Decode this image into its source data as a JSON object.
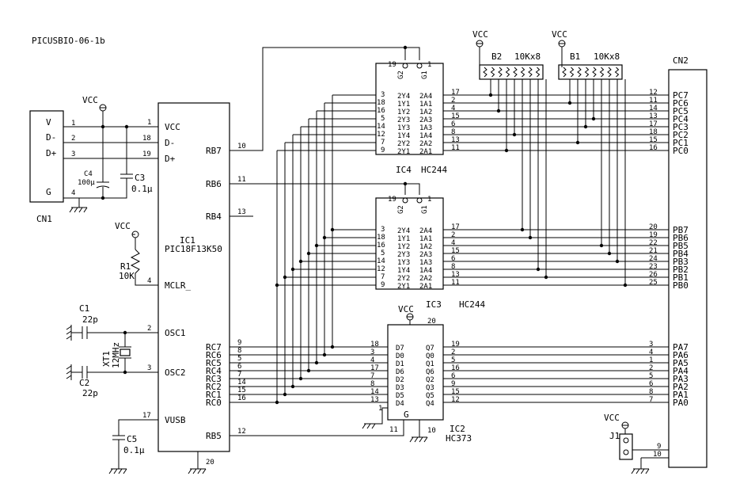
{
  "title": "PICUSBIO-06-1b",
  "vcc": "VCC",
  "cn1": {
    "ref": "CN1",
    "pins": [
      {
        "name": "V",
        "num": "1"
      },
      {
        "name": "D-",
        "num": "2"
      },
      {
        "name": "D+",
        "num": "3"
      },
      {
        "name": "G",
        "num": "4"
      }
    ]
  },
  "c4": {
    "ref": "C4",
    "value": "100μ"
  },
  "c3": {
    "ref": "C3",
    "value": "0.1μ"
  },
  "r1": {
    "ref": "R1",
    "value": "10K"
  },
  "c1": {
    "ref": "C1",
    "value": "22p"
  },
  "c2": {
    "ref": "C2",
    "value": "22p"
  },
  "xt1": {
    "ref": "XT1",
    "value": "12MHz"
  },
  "c5": {
    "ref": "C5",
    "value": "0.1μ"
  },
  "ic1": {
    "ref": "IC1",
    "part": "PIC18F13K50",
    "left_pins": [
      {
        "name": "VCC",
        "num": "1"
      },
      {
        "name": "D-",
        "num": "18"
      },
      {
        "name": "D+",
        "num": "19"
      },
      {
        "name": "MCLR_",
        "num": "4"
      },
      {
        "name": "OSC1",
        "num": "2"
      },
      {
        "name": "OSC2",
        "num": "3"
      },
      {
        "name": "VUSB",
        "num": "17"
      }
    ],
    "right_pins": [
      {
        "name": "RB7",
        "num": "10"
      },
      {
        "name": "RB6",
        "num": "11"
      },
      {
        "name": "RB4",
        "num": "13"
      },
      {
        "name": "RC7",
        "num": "9"
      },
      {
        "name": "RC6",
        "num": "8"
      },
      {
        "name": "RC5",
        "num": "5"
      },
      {
        "name": "RC4",
        "num": "6"
      },
      {
        "name": "RC3",
        "num": "7"
      },
      {
        "name": "RC2",
        "num": "14"
      },
      {
        "name": "RC1",
        "num": "15"
      },
      {
        "name": "RC0",
        "num": "16"
      },
      {
        "name": "RB5",
        "num": "12"
      }
    ],
    "gnd_pin": "20"
  },
  "hc244_left": [
    {
      "name": "2Y4",
      "num": "3"
    },
    {
      "name": "1Y1",
      "num": "18"
    },
    {
      "name": "1Y2",
      "num": "16"
    },
    {
      "name": "2Y3",
      "num": "5"
    },
    {
      "name": "1Y3",
      "num": "14"
    },
    {
      "name": "1Y4",
      "num": "12"
    },
    {
      "name": "2Y2",
      "num": "7"
    },
    {
      "name": "2Y1",
      "num": "9"
    }
  ],
  "hc244_right": [
    {
      "name": "2A4",
      "num": "17"
    },
    {
      "name": "1A1",
      "num": "2"
    },
    {
      "name": "1A2",
      "num": "4"
    },
    {
      "name": "2A3",
      "num": "15"
    },
    {
      "name": "1A3",
      "num": "6"
    },
    {
      "name": "1A4",
      "num": "8"
    },
    {
      "name": "2A2",
      "num": "13"
    },
    {
      "name": "2A1",
      "num": "11"
    }
  ],
  "hc244_top": [
    {
      "name": "G2",
      "num": "19"
    },
    {
      "name": "G1",
      "num": "1"
    }
  ],
  "ic4": {
    "ref": "IC4",
    "part": "HC244"
  },
  "ic3": {
    "ref": "IC3",
    "part": "HC244"
  },
  "ic2": {
    "ref": "IC2",
    "part": "HC373",
    "vcc_pin": "20",
    "gnd_pin": "10",
    "g_label": "G",
    "g_pin": "11",
    "pin1": "1",
    "left": [
      {
        "name": "D7",
        "num": "18"
      },
      {
        "name": "D0",
        "num": "3"
      },
      {
        "name": "D1",
        "num": "4"
      },
      {
        "name": "D6",
        "num": "17"
      },
      {
        "name": "D2",
        "num": "7"
      },
      {
        "name": "D3",
        "num": "8"
      },
      {
        "name": "D5",
        "num": "14"
      },
      {
        "name": "D4",
        "num": "13"
      }
    ],
    "right": [
      {
        "name": "Q7",
        "num": "19"
      },
      {
        "name": "Q0",
        "num": "2"
      },
      {
        "name": "Q1",
        "num": "5"
      },
      {
        "name": "Q6",
        "num": "16"
      },
      {
        "name": "Q2",
        "num": "6"
      },
      {
        "name": "Q3",
        "num": "9"
      },
      {
        "name": "Q5",
        "num": "15"
      },
      {
        "name": "Q4",
        "num": "12"
      }
    ]
  },
  "b2": {
    "ref": "B2",
    "value": "10Kx8"
  },
  "b1": {
    "ref": "B1",
    "value": "10Kx8"
  },
  "cn2": {
    "ref": "CN2",
    "pc": [
      {
        "name": "PC7",
        "num": "12"
      },
      {
        "name": "PC6",
        "num": "11"
      },
      {
        "name": "PC5",
        "num": "14"
      },
      {
        "name": "PC4",
        "num": "13"
      },
      {
        "name": "PC3",
        "num": "17"
      },
      {
        "name": "PC2",
        "num": "18"
      },
      {
        "name": "PC1",
        "num": "15"
      },
      {
        "name": "PC0",
        "num": "16"
      }
    ],
    "pb": [
      {
        "name": "PB7",
        "num": "20"
      },
      {
        "name": "PB6",
        "num": "19"
      },
      {
        "name": "PB5",
        "num": "22"
      },
      {
        "name": "PB4",
        "num": "21"
      },
      {
        "name": "PB3",
        "num": "24"
      },
      {
        "name": "PB2",
        "num": "23"
      },
      {
        "name": "PB1",
        "num": "26"
      },
      {
        "name": "PB0",
        "num": "25"
      }
    ],
    "pa": [
      {
        "name": "PA7",
        "num": "3"
      },
      {
        "name": "PA6",
        "num": "4"
      },
      {
        "name": "PA5",
        "num": "1"
      },
      {
        "name": "PA4",
        "num": "2"
      },
      {
        "name": "PA3",
        "num": "5"
      },
      {
        "name": "PA2",
        "num": "6"
      },
      {
        "name": "PA1",
        "num": "8"
      },
      {
        "name": "PA0",
        "num": "7"
      }
    ],
    "bottom_pins": [
      "9",
      "10"
    ]
  },
  "j1": {
    "ref": "J1"
  }
}
